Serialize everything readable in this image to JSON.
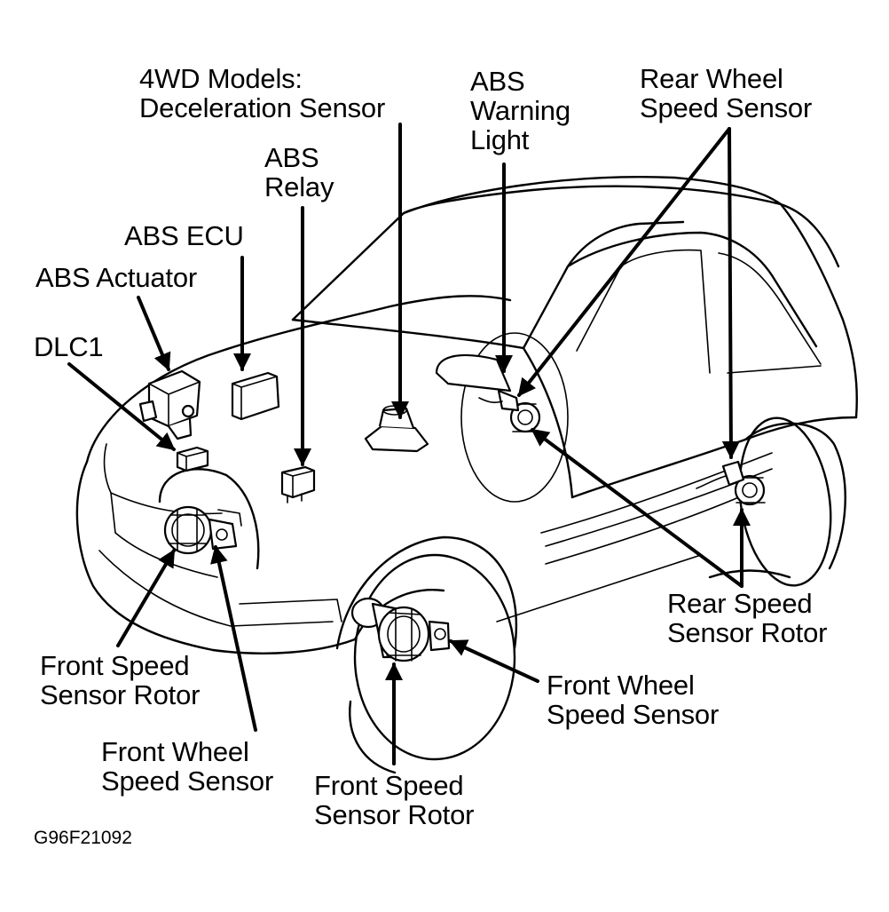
{
  "labels": {
    "decel_line1": "4WD Models:",
    "decel_line2": "Deceleration Sensor",
    "abs_warning_line1": "ABS",
    "abs_warning_line2": "Warning",
    "abs_warning_line3": "Light",
    "rear_wheel_line1": "Rear Wheel",
    "rear_wheel_line2": "Speed Sensor",
    "abs_relay_line1": "ABS",
    "abs_relay_line2": "Relay",
    "abs_ecu": "ABS ECU",
    "abs_actuator": "ABS Actuator",
    "dlc1": "DLC1",
    "rear_rotor_line1": "Rear Speed",
    "rear_rotor_line2": "Sensor Rotor",
    "front_rotor_left_line1": "Front Speed",
    "front_rotor_left_line2": "Sensor Rotor",
    "front_wheel_left_line1": "Front Wheel",
    "front_wheel_left_line2": "Speed Sensor",
    "front_wheel_right_line1": "Front Wheel",
    "front_wheel_right_line2": "Speed Sensor",
    "front_rotor_bottom_line1": "Front Speed",
    "front_rotor_bottom_line2": "Sensor Rotor",
    "figure_code": "G96F21092"
  },
  "colors": {
    "ink": "#000000",
    "paper": "#ffffff"
  }
}
